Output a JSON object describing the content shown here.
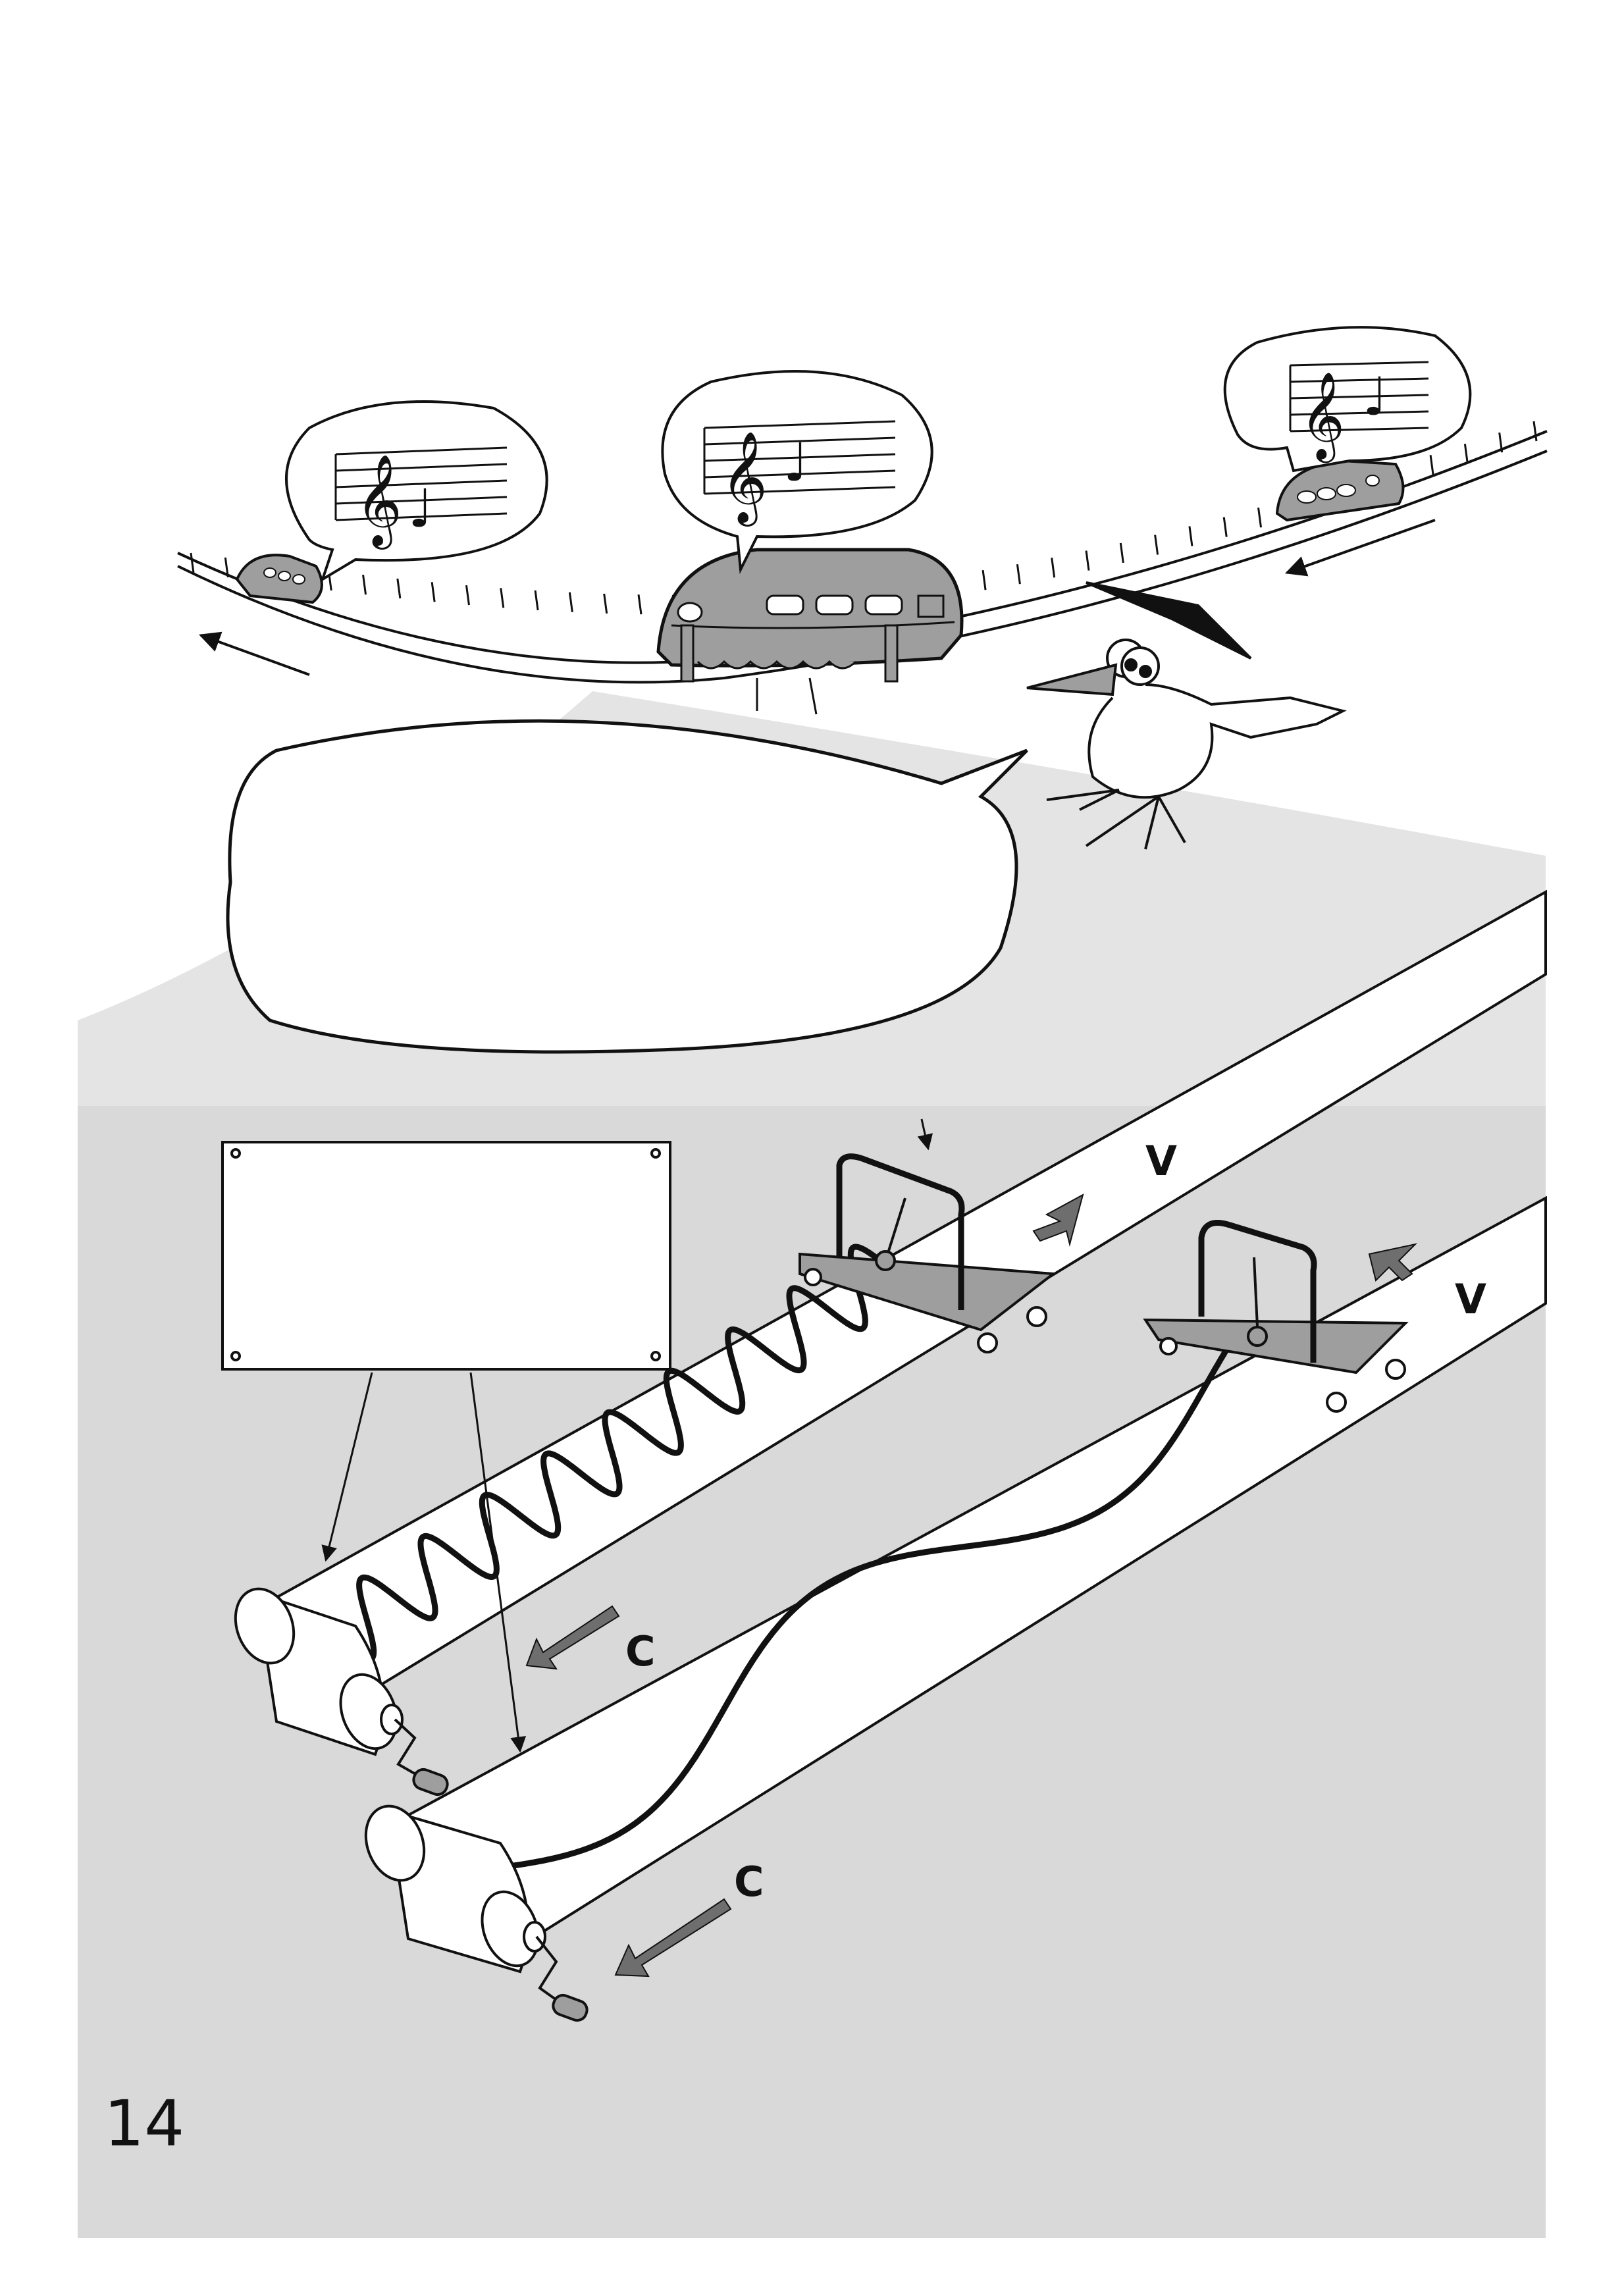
{
  "page": {
    "number": "14"
  },
  "labels": {
    "belt_left_speed": "V",
    "belt_right_speed": "V",
    "paper_left_speed": "C",
    "paper_right_speed": "C"
  },
  "colors": {
    "background_gray": "#dcdcdc",
    "vehicle_gray": "#9e9e9e",
    "ink": "#111111",
    "paper": "#ffffff",
    "arrow_gray": "#6e6e6e"
  },
  "icons": {
    "treble_clef": "𝄞",
    "note": "♩"
  }
}
